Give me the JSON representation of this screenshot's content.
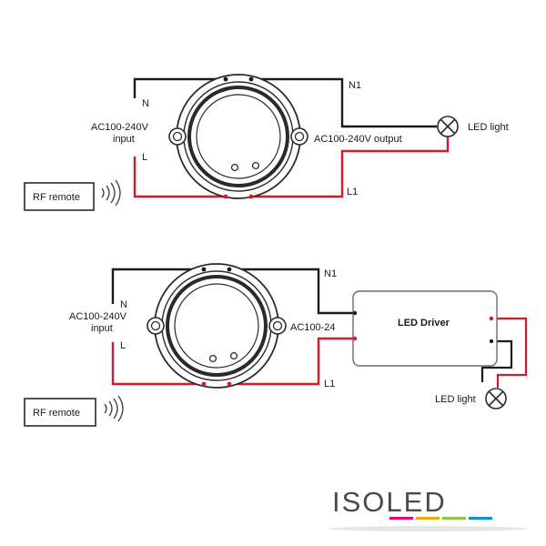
{
  "diagram1": {
    "n_label": "N",
    "l_label": "L",
    "input_label_1": "AC100-240V",
    "input_label_2": "input",
    "output_label": "AC100-240V output",
    "n1_label": "N1",
    "l1_label": "L1",
    "led_label": "LED light",
    "remote_label": "RF remote"
  },
  "diagram2": {
    "n_label": "N",
    "l_label": "L",
    "input_label_1": "AC100-240V",
    "input_label_2": "input",
    "output_label": "AC100-24",
    "n1_label": "N1",
    "l1_label": "L1",
    "driver_label": "LED Driver",
    "led_label": "LED light",
    "remote_label": "RF remote"
  },
  "logo": {
    "text": "ISOLED",
    "stripe_colors": [
      "#e5007d",
      "#f5a800",
      "#8dc63f",
      "#0097d7"
    ]
  },
  "colors": {
    "wire_neutral": "#1a1a1a",
    "wire_live": "#d7192a"
  }
}
